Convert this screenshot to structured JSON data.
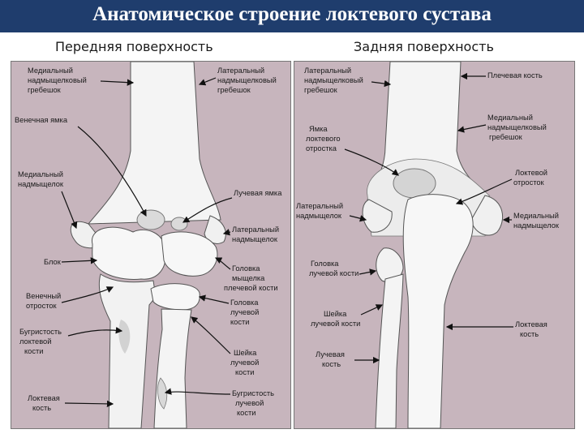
{
  "header": {
    "title": "Анатомическое строение локтевого сустава"
  },
  "views": {
    "anterior": {
      "title": "Передняя поверхность",
      "labels": {
        "medial_epicondyle_crest": [
          "Медиальный",
          "надмыщелковый",
          "гребешок"
        ],
        "lateral_epicondyle_crest": [
          "Латеральный",
          "надмыщелковый",
          "гребешок"
        ],
        "coronoid_fossa": [
          "Венечная ямка"
        ],
        "medial_epicondyle": [
          "Медиальный",
          "надмыщелок"
        ],
        "radial_fossa": [
          "Лучевая ямка"
        ],
        "lateral_epicondyle": [
          "Латеральный",
          "надмыщелок"
        ],
        "trochlea": [
          "Блок"
        ],
        "capitulum": [
          "Головка",
          "мыщелка",
          "плечевой кости"
        ],
        "coronoid_process": [
          "Венечный",
          "отросток"
        ],
        "radial_head": [
          "Головка",
          "лучевой",
          "кости"
        ],
        "ulnar_tuberosity": [
          "Бугристость",
          "локтевой",
          "кости"
        ],
        "radial_neck": [
          "Шейка",
          "лучевой",
          "кости"
        ],
        "ulna": [
          "Локтевая",
          "кость"
        ],
        "radial_tuberosity": [
          "Бугристость",
          "лучевой",
          "кости"
        ]
      }
    },
    "posterior": {
      "title": "Задняя поверхность",
      "labels": {
        "lateral_epicondyle_crest": [
          "Латеральный",
          "надмыщелковый",
          "гребешок"
        ],
        "humerus": [
          "Плечевая кость"
        ],
        "olecranon_fossa": [
          "Ямка",
          "локтевого",
          "отростка"
        ],
        "medial_epicondyle_crest": [
          "Медиальный",
          "надмыщелковый",
          "гребешок"
        ],
        "olecranon": [
          "Локтевой",
          "отросток"
        ],
        "lateral_epicondyle": [
          "Латеральный",
          "надмыщелок"
        ],
        "medial_epicondyle": [
          "Медиальный",
          "надмыщелок"
        ],
        "radial_head": [
          "Головка",
          "лучевой кости"
        ],
        "radial_neck": [
          "Шейка",
          "лучевой кости"
        ],
        "ulna": [
          "Локтевая",
          "кость"
        ],
        "radius": [
          "Лучевая",
          "кость"
        ]
      }
    }
  },
  "colors": {
    "title_bar": "#1f3d6d",
    "panel": "#c7b5bd",
    "bone": "#f5f5f5",
    "bone_shade": "#c9c9c9",
    "text": "#1a1a1a"
  }
}
